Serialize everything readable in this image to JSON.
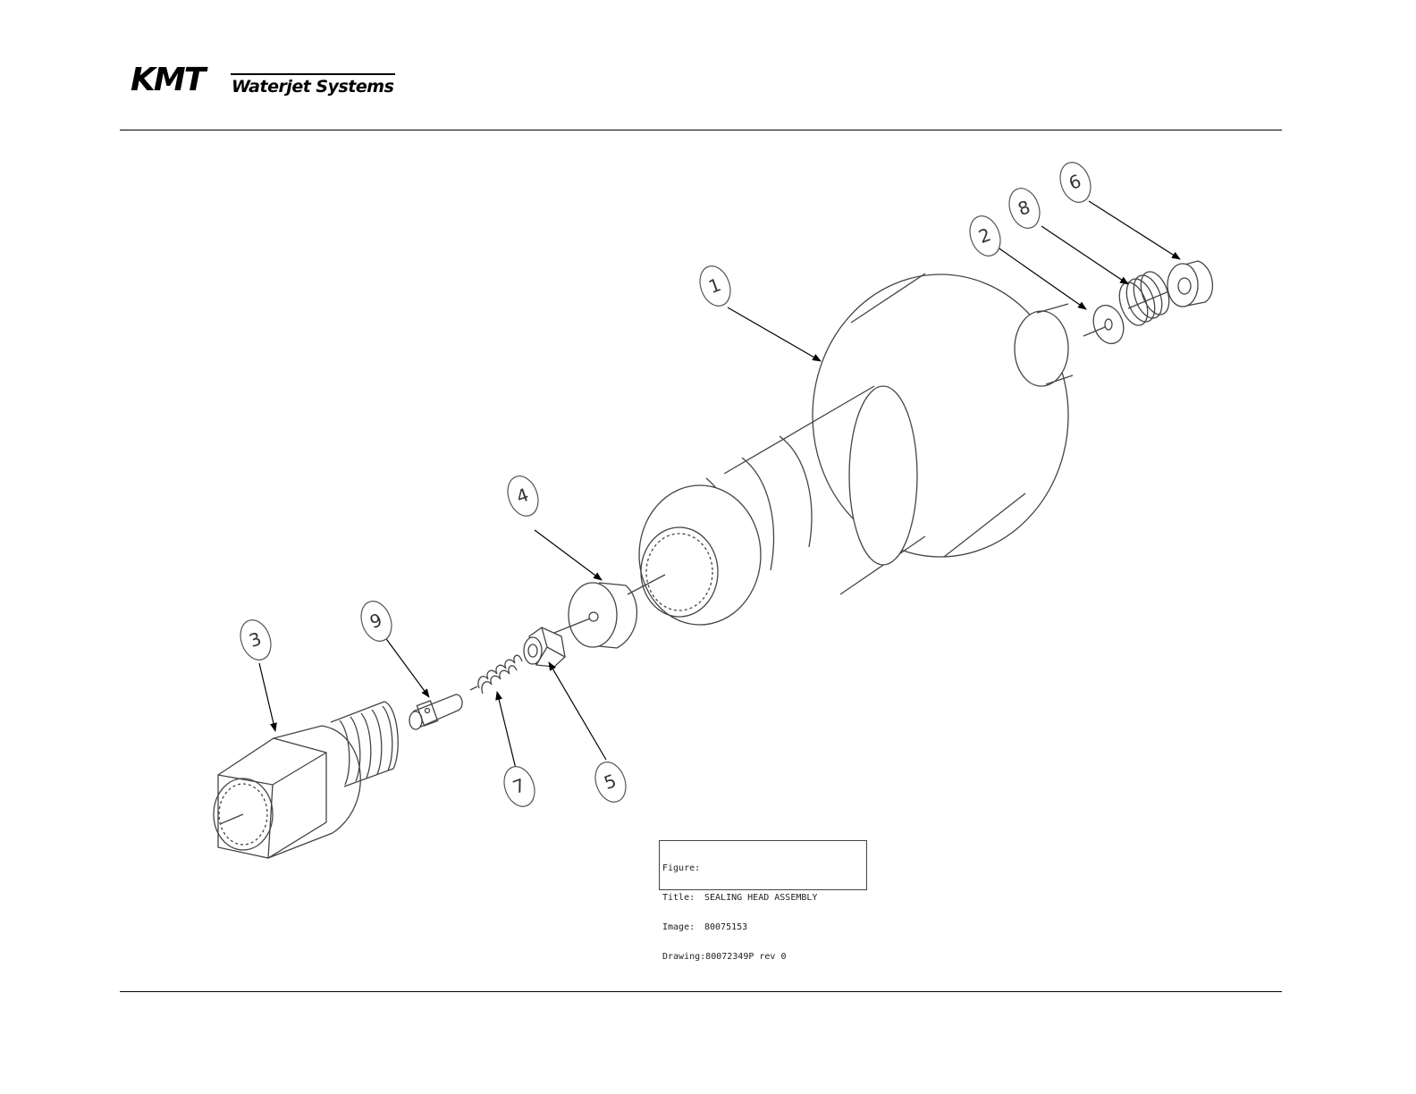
{
  "logo": {
    "mark": "KMT",
    "subtitle": "Waterjet Systems"
  },
  "callouts": [
    "1",
    "2",
    "3",
    "4",
    "5",
    "6",
    "7",
    "8",
    "9"
  ],
  "title_block": {
    "figure_label": "Figure:",
    "title_label": "Title:",
    "title_value": "SEALING HEAD ASSEMBLY",
    "image_label": "Image:",
    "image_value": "80075153",
    "drawing_label": "Drawing:",
    "drawing_value": "80072349P rev 0"
  }
}
